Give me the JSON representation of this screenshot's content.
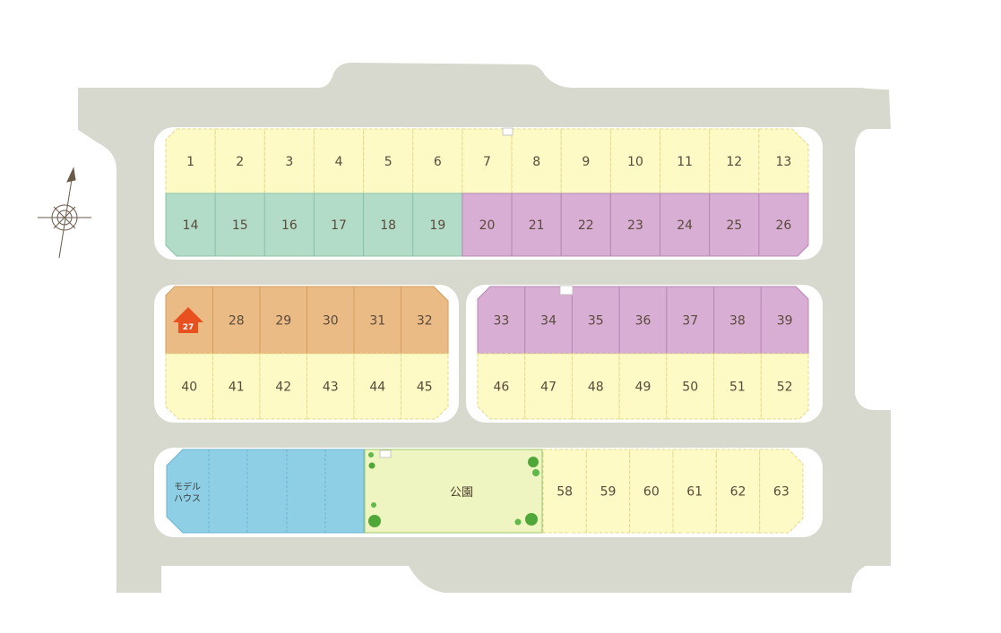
{
  "lots": [
    {
      "number": "1",
      "status": "available",
      "color": "#fdfac6"
    },
    {
      "number": "2",
      "status": "available",
      "color": "#fdfac6"
    },
    {
      "number": "3",
      "status": "available",
      "color": "#fdfac6"
    },
    {
      "number": "4",
      "status": "available",
      "color": "#fdfac6"
    },
    {
      "number": "5",
      "status": "available",
      "color": "#fdfac6"
    },
    {
      "number": "6",
      "status": "available",
      "color": "#fdfac6"
    },
    {
      "number": "7",
      "status": "available",
      "color": "#fdfac6"
    },
    {
      "number": "8",
      "status": "available",
      "color": "#fdfac6"
    },
    {
      "number": "9",
      "status": "available",
      "color": "#fdfac6"
    },
    {
      "number": "10",
      "status": "available",
      "color": "#fdfac6"
    },
    {
      "number": "11",
      "status": "available",
      "color": "#fdfac6"
    },
    {
      "number": "12",
      "status": "available",
      "color": "#fdfac6"
    },
    {
      "number": "13",
      "status": "available",
      "color": "#fdfac6"
    },
    {
      "number": "14",
      "status": "green",
      "color": "#b3dcc8"
    },
    {
      "number": "15",
      "status": "green",
      "color": "#b3dcc8"
    },
    {
      "number": "16",
      "status": "green",
      "color": "#b3dcc8"
    },
    {
      "number": "17",
      "status": "green",
      "color": "#b3dcc8"
    },
    {
      "number": "18",
      "status": "green",
      "color": "#b3dcc8"
    },
    {
      "number": "19",
      "status": "green",
      "color": "#b3dcc8"
    },
    {
      "number": "20",
      "status": "purple",
      "color": "#d8aed5"
    },
    {
      "number": "21",
      "status": "purple",
      "color": "#d8aed5"
    },
    {
      "number": "22",
      "status": "purple",
      "color": "#d8aed5"
    },
    {
      "number": "23",
      "status": "purple",
      "color": "#d8aed5"
    },
    {
      "number": "24",
      "status": "purple",
      "color": "#d8aed5"
    },
    {
      "number": "25",
      "status": "purple",
      "color": "#d8aed5"
    },
    {
      "number": "26",
      "status": "purple",
      "color": "#d8aed5"
    },
    {
      "number": "27",
      "status": "orange",
      "color": "#ebbb86"
    },
    {
      "number": "28",
      "status": "orange",
      "color": "#ebbb86"
    },
    {
      "number": "29",
      "status": "orange",
      "color": "#ebbb86"
    },
    {
      "number": "30",
      "status": "orange",
      "color": "#ebbb86"
    },
    {
      "number": "31",
      "status": "orange",
      "color": "#ebbb86"
    },
    {
      "number": "32",
      "status": "orange",
      "color": "#ebbb86"
    },
    {
      "number": "33",
      "status": "purple",
      "color": "#d8aed5"
    },
    {
      "number": "34",
      "status": "purple",
      "color": "#d8aed5"
    },
    {
      "number": "35",
      "status": "purple",
      "color": "#d8aed5"
    },
    {
      "number": "36",
      "status": "purple",
      "color": "#d8aed5"
    },
    {
      "number": "37",
      "status": "purple",
      "color": "#d8aed5"
    },
    {
      "number": "38",
      "status": "purple",
      "color": "#d8aed5"
    },
    {
      "number": "39",
      "status": "purple",
      "color": "#d8aed5"
    },
    {
      "number": "40",
      "status": "available",
      "color": "#fdfac6"
    },
    {
      "number": "41",
      "status": "available",
      "color": "#fdfac6"
    },
    {
      "number": "42",
      "status": "available",
      "color": "#fdfac6"
    },
    {
      "number": "43",
      "status": "available",
      "color": "#fdfac6"
    },
    {
      "number": "44",
      "status": "available",
      "color": "#fdfac6"
    },
    {
      "number": "45",
      "status": "available",
      "color": "#fdfac6"
    },
    {
      "number": "46",
      "status": "available",
      "color": "#fdfac6"
    },
    {
      "number": "47",
      "status": "available",
      "color": "#fdfac6"
    },
    {
      "number": "48",
      "status": "available",
      "color": "#fdfac6"
    },
    {
      "number": "49",
      "status": "available",
      "color": "#fdfac6"
    },
    {
      "number": "50",
      "status": "available",
      "color": "#fdfac6"
    },
    {
      "number": "51",
      "status": "available",
      "color": "#fdfac6"
    },
    {
      "number": "52",
      "status": "available",
      "color": "#fdfac6"
    },
    {
      "number": "58",
      "status": "available",
      "color": "#fdfac6"
    },
    {
      "number": "59",
      "status": "available",
      "color": "#fdfac6"
    },
    {
      "number": "60",
      "status": "available",
      "color": "#fdfac6"
    },
    {
      "number": "61",
      "status": "available",
      "color": "#fdfac6"
    },
    {
      "number": "62",
      "status": "available",
      "color": "#fdfac6"
    },
    {
      "number": "63",
      "status": "available",
      "color": "#fdfac6"
    }
  ],
  "model_house": {
    "label_line1": "モデル",
    "label_line2": "ハウス",
    "color": "#8ecfe6"
  },
  "park": {
    "label": "公園",
    "color": "#eef5c0"
  },
  "marker": {
    "lot": "27",
    "icon": "house-arrow-icon",
    "color": "#e9501f"
  },
  "colors": {
    "road": "#d7d8ce",
    "lot_border": "#e6d98a",
    "background": "#ffffff"
  },
  "compass": {
    "icon": "compass-rose-icon"
  }
}
